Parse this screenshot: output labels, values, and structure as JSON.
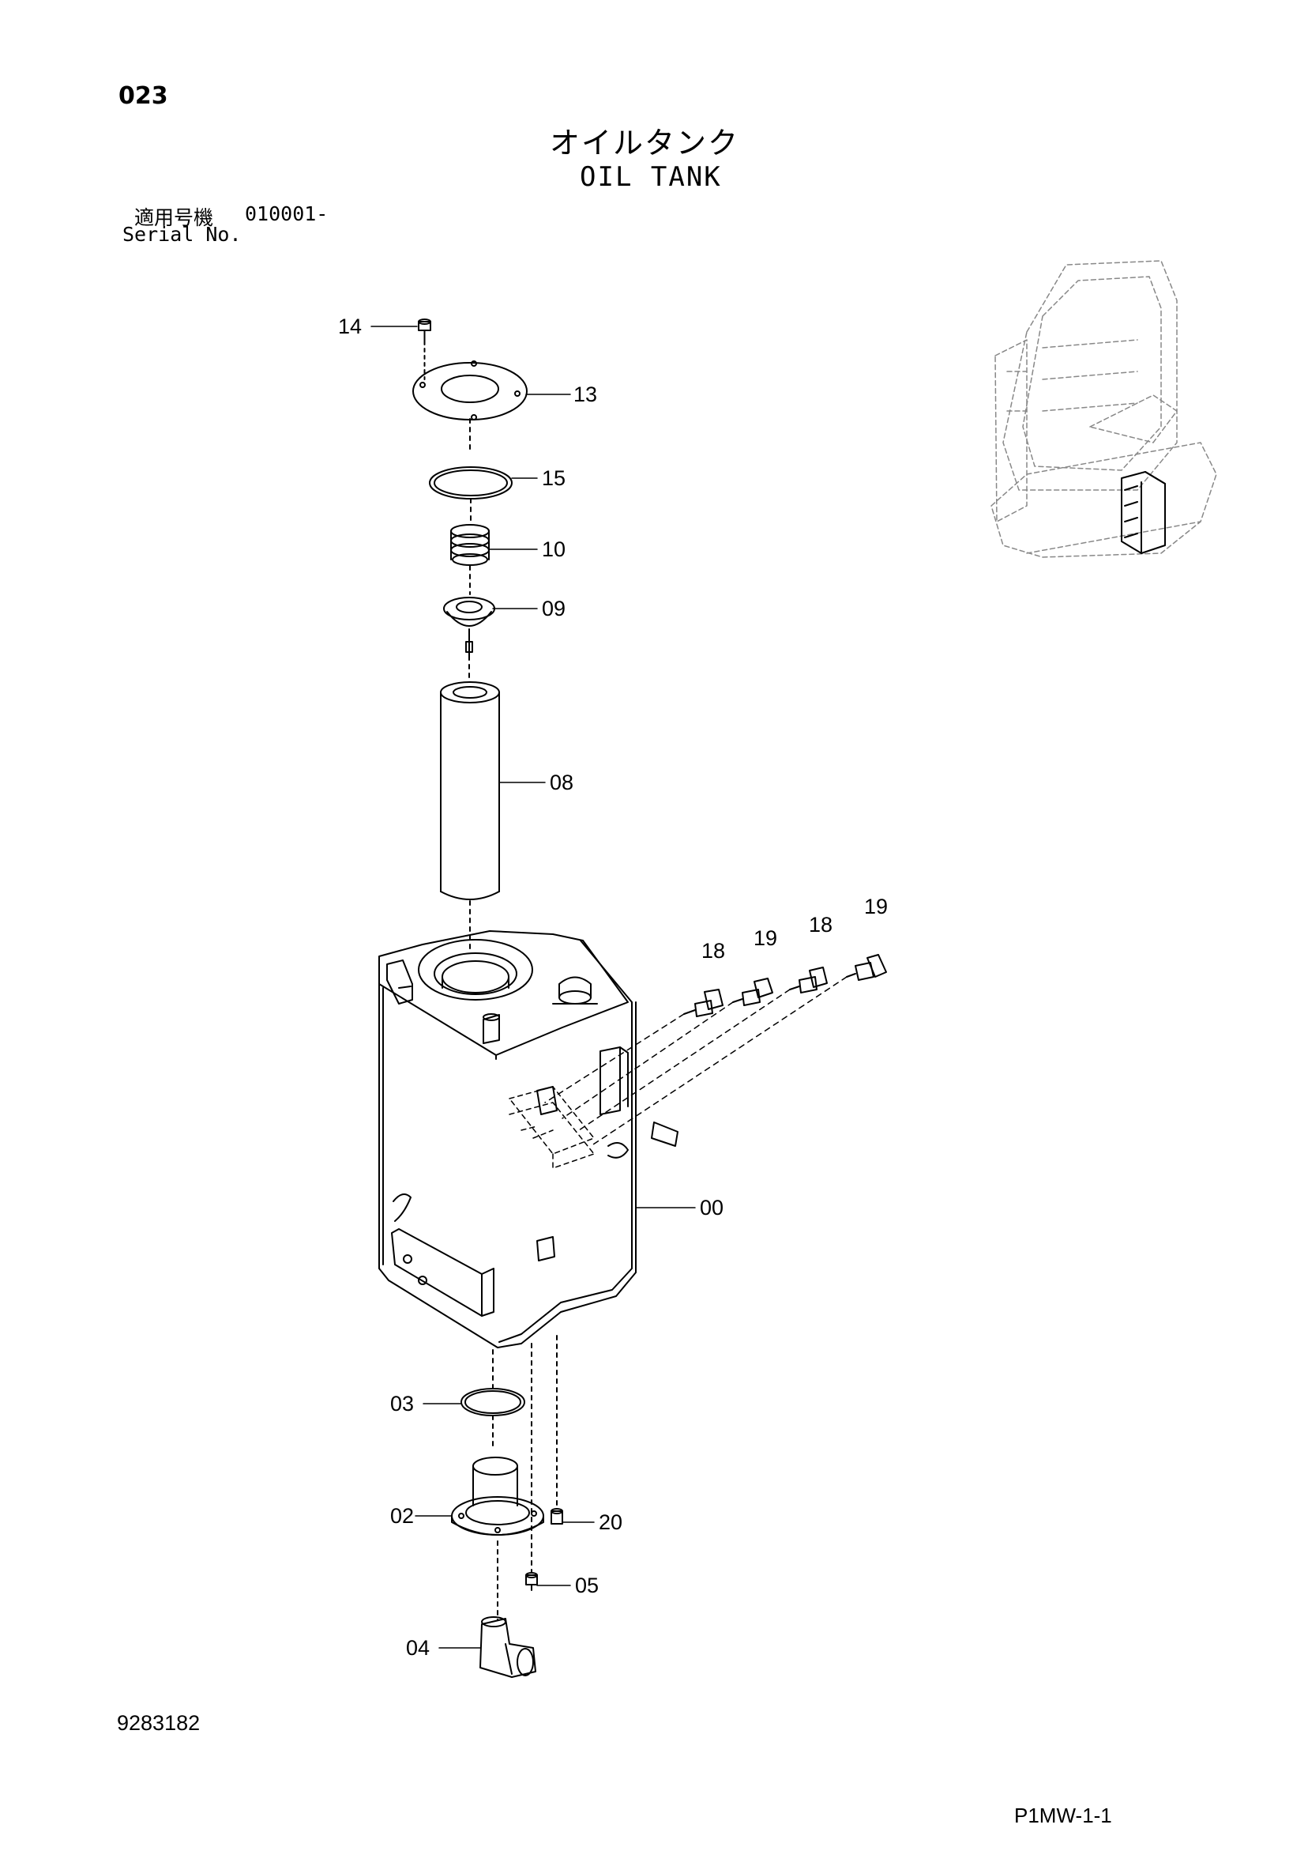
{
  "page": {
    "number": "023",
    "title_ja": "オイルタンク",
    "title_en": "OIL TANK",
    "serial_label_ja": "適用号機",
    "serial_range": "010001-",
    "serial_label_en": "Serial No.",
    "doc_number": "9283182",
    "page_code": "P1MW-1-1"
  },
  "callouts": {
    "c14": "14",
    "c13": "13",
    "c15": "15",
    "c10": "10",
    "c09": "09",
    "c08": "08",
    "c18a": "18",
    "c19a": "19",
    "c18b": "18",
    "c19b": "19",
    "c00": "00",
    "c03": "03",
    "c02": "02",
    "c20": "20",
    "c05": "05",
    "c04": "04"
  },
  "colors": {
    "ink": "#000000",
    "paper": "#ffffff",
    "ghost": "#888888"
  }
}
